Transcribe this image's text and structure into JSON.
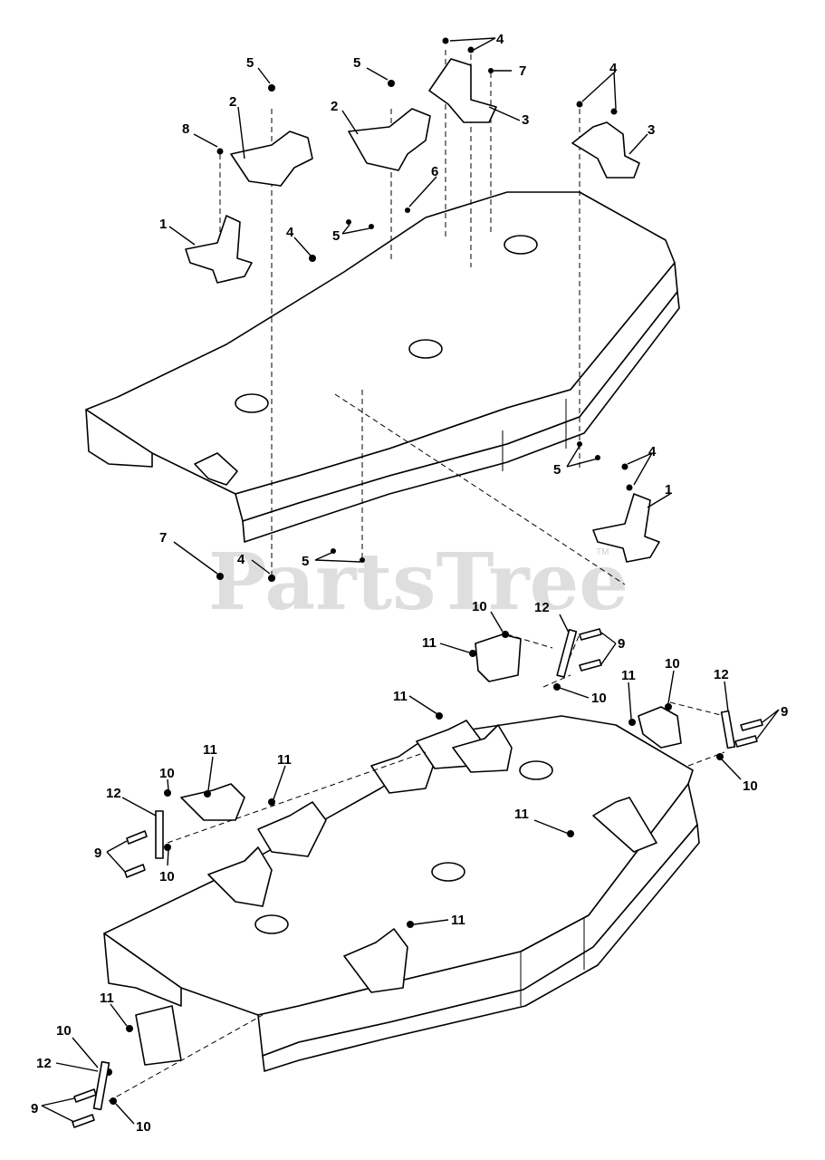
{
  "watermark": {
    "text": "PartsTree",
    "mark": "TM"
  },
  "callouts": {
    "upper": [
      {
        "id": "u-1a",
        "text": "1"
      },
      {
        "id": "u-1b",
        "text": "1"
      },
      {
        "id": "u-2a",
        "text": "2"
      },
      {
        "id": "u-2b",
        "text": "2"
      },
      {
        "id": "u-3a",
        "text": "3"
      },
      {
        "id": "u-3b",
        "text": "3"
      },
      {
        "id": "u-4a",
        "text": "4"
      },
      {
        "id": "u-4b",
        "text": "4"
      },
      {
        "id": "u-4c",
        "text": "4"
      },
      {
        "id": "u-4d",
        "text": "4"
      },
      {
        "id": "u-4e",
        "text": "4"
      },
      {
        "id": "u-5a",
        "text": "5"
      },
      {
        "id": "u-5b",
        "text": "5"
      },
      {
        "id": "u-5c",
        "text": "5"
      },
      {
        "id": "u-5d",
        "text": "5"
      },
      {
        "id": "u-5e",
        "text": "5"
      },
      {
        "id": "u-6",
        "text": "6"
      },
      {
        "id": "u-7a",
        "text": "7"
      },
      {
        "id": "u-7b",
        "text": "7"
      },
      {
        "id": "u-8",
        "text": "8"
      }
    ],
    "lower": [
      {
        "id": "l-9a",
        "text": "9"
      },
      {
        "id": "l-9b",
        "text": "9"
      },
      {
        "id": "l-9c",
        "text": "9"
      },
      {
        "id": "l-9d",
        "text": "9"
      },
      {
        "id": "l-10a",
        "text": "10"
      },
      {
        "id": "l-10b",
        "text": "10"
      },
      {
        "id": "l-10c",
        "text": "10"
      },
      {
        "id": "l-10d",
        "text": "10"
      },
      {
        "id": "l-10e",
        "text": "10"
      },
      {
        "id": "l-10f",
        "text": "10"
      },
      {
        "id": "l-10g",
        "text": "10"
      },
      {
        "id": "l-10h",
        "text": "10"
      },
      {
        "id": "l-11a",
        "text": "11"
      },
      {
        "id": "l-11b",
        "text": "11"
      },
      {
        "id": "l-11c",
        "text": "11"
      },
      {
        "id": "l-11d",
        "text": "11"
      },
      {
        "id": "l-11e",
        "text": "11"
      },
      {
        "id": "l-11f",
        "text": "11"
      },
      {
        "id": "l-11g",
        "text": "11"
      },
      {
        "id": "l-11h",
        "text": "11"
      },
      {
        "id": "l-12a",
        "text": "12"
      },
      {
        "id": "l-12b",
        "text": "12"
      },
      {
        "id": "l-12c",
        "text": "12"
      },
      {
        "id": "l-12d",
        "text": "12"
      }
    ]
  }
}
